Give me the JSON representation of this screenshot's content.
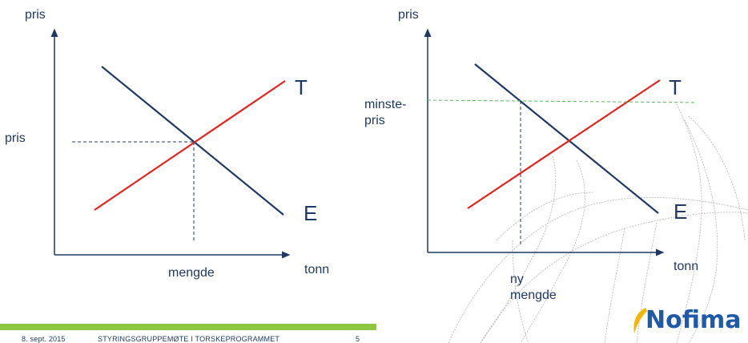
{
  "left_diagram": {
    "y_axis_label": "pris",
    "x_axis_label": "tonn",
    "price_marker": "pris",
    "quantity_marker": "mengde",
    "supply_label": "T",
    "demand_label": "E"
  },
  "right_diagram": {
    "y_axis_label": "pris",
    "x_axis_label": "tonn",
    "min_price_label": "minste-\npris",
    "new_quantity_label": "ny\nmengde",
    "supply_label": "T",
    "demand_label": "E"
  },
  "footer": {
    "date": "8. sept. 2015",
    "title": "STYRINGSGRUPPEMØTE I TORSKEPROGRAMMET",
    "page_number": "5"
  },
  "logo": {
    "text": "Nofima"
  },
  "colors": {
    "demand": "#1f3864",
    "supply": "#e8231f",
    "axis": "#1f3864",
    "min_price_line": "#5cb85c",
    "footer_bar": "#8dc63f",
    "logo_text": "#1e5aa8",
    "logo_swoosh": "#f2b705"
  }
}
